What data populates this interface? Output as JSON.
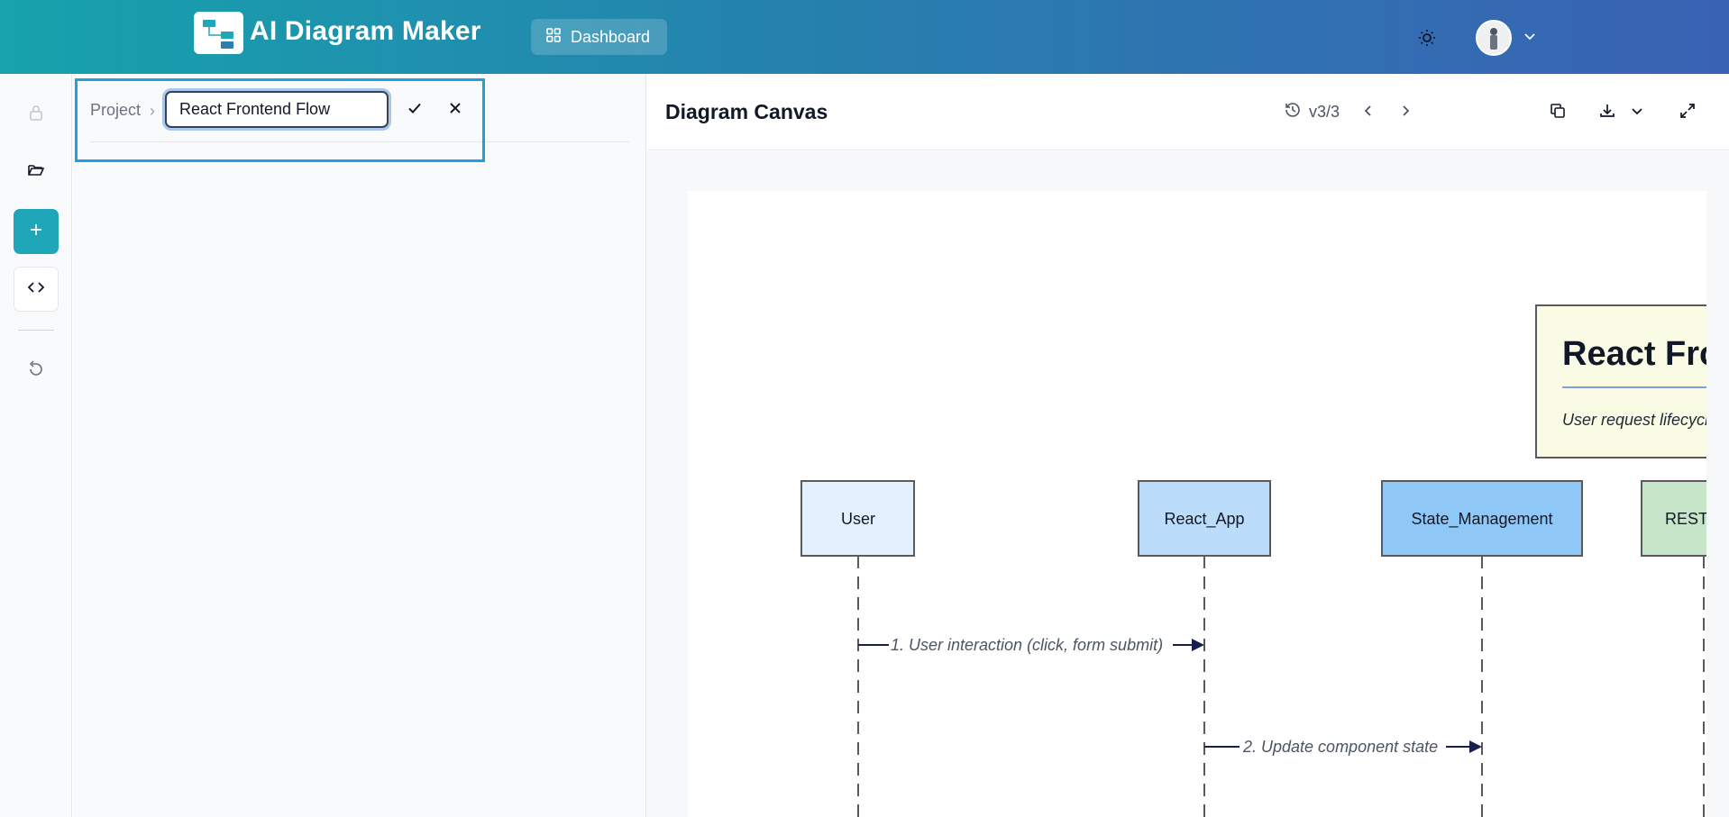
{
  "header": {
    "app_title": "AI Diagram Maker",
    "dashboard_label": "Dashboard",
    "brand_gradient": [
      "#17a2ad",
      "#3a62b4"
    ]
  },
  "rail": {
    "icons": [
      "lock-icon",
      "folder-open-icon",
      "plus-icon",
      "code-icon",
      "undo-icon"
    ]
  },
  "panel": {
    "breadcrumb_label": "Project",
    "breadcrumb_sep": "›",
    "project_name": "React Frontend Flow"
  },
  "canvas": {
    "title": "Diagram Canvas",
    "version": "v3/3"
  },
  "diagram": {
    "note_title": "React Fro",
    "note_subtitle": "User request lifecycl",
    "participants": [
      {
        "label": "User",
        "fill": "#e3f0fd"
      },
      {
        "label": "React_App",
        "fill": "#bbdcfa"
      },
      {
        "label": "State_Management",
        "fill": "#8fc7f6"
      },
      {
        "label": "REST_",
        "fill": "#c7e5c9"
      }
    ],
    "messages": [
      "1. User interaction (click, form submit)",
      "2. Update component state"
    ]
  }
}
